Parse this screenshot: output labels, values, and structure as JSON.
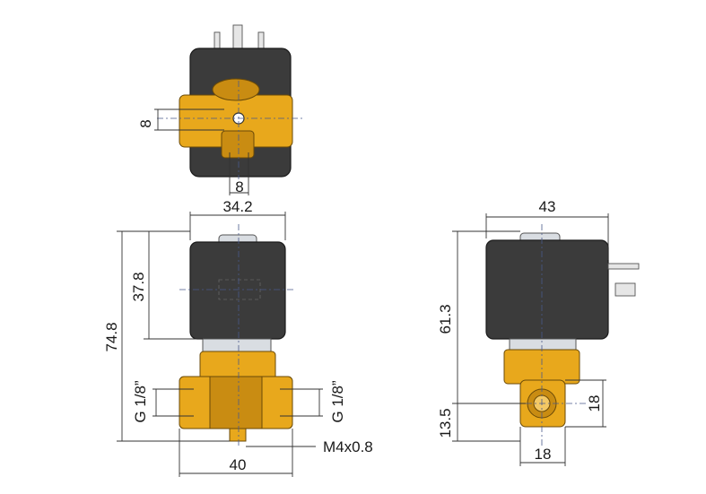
{
  "colors": {
    "brass": "#e8a81c",
    "coil": "#3b3b3b",
    "metal": "#d9dde2",
    "dimension_line": "#333333"
  },
  "top_view": {
    "dim_hole_height": "8",
    "dim_hole_width": "8"
  },
  "front_view": {
    "dim_coil_width": "34.2",
    "dim_coil_height": "37.8",
    "dim_total_height": "74.8",
    "port_left": "G 1/8”",
    "port_right": "G 1/8”",
    "thread_label": "M4x0.8",
    "dim_body_width": "40"
  },
  "side_view": {
    "dim_coil_depth": "43",
    "dim_height": "61.3",
    "dim_port_height": "18",
    "dim_port_center": "13.5",
    "dim_body_depth": "18"
  }
}
